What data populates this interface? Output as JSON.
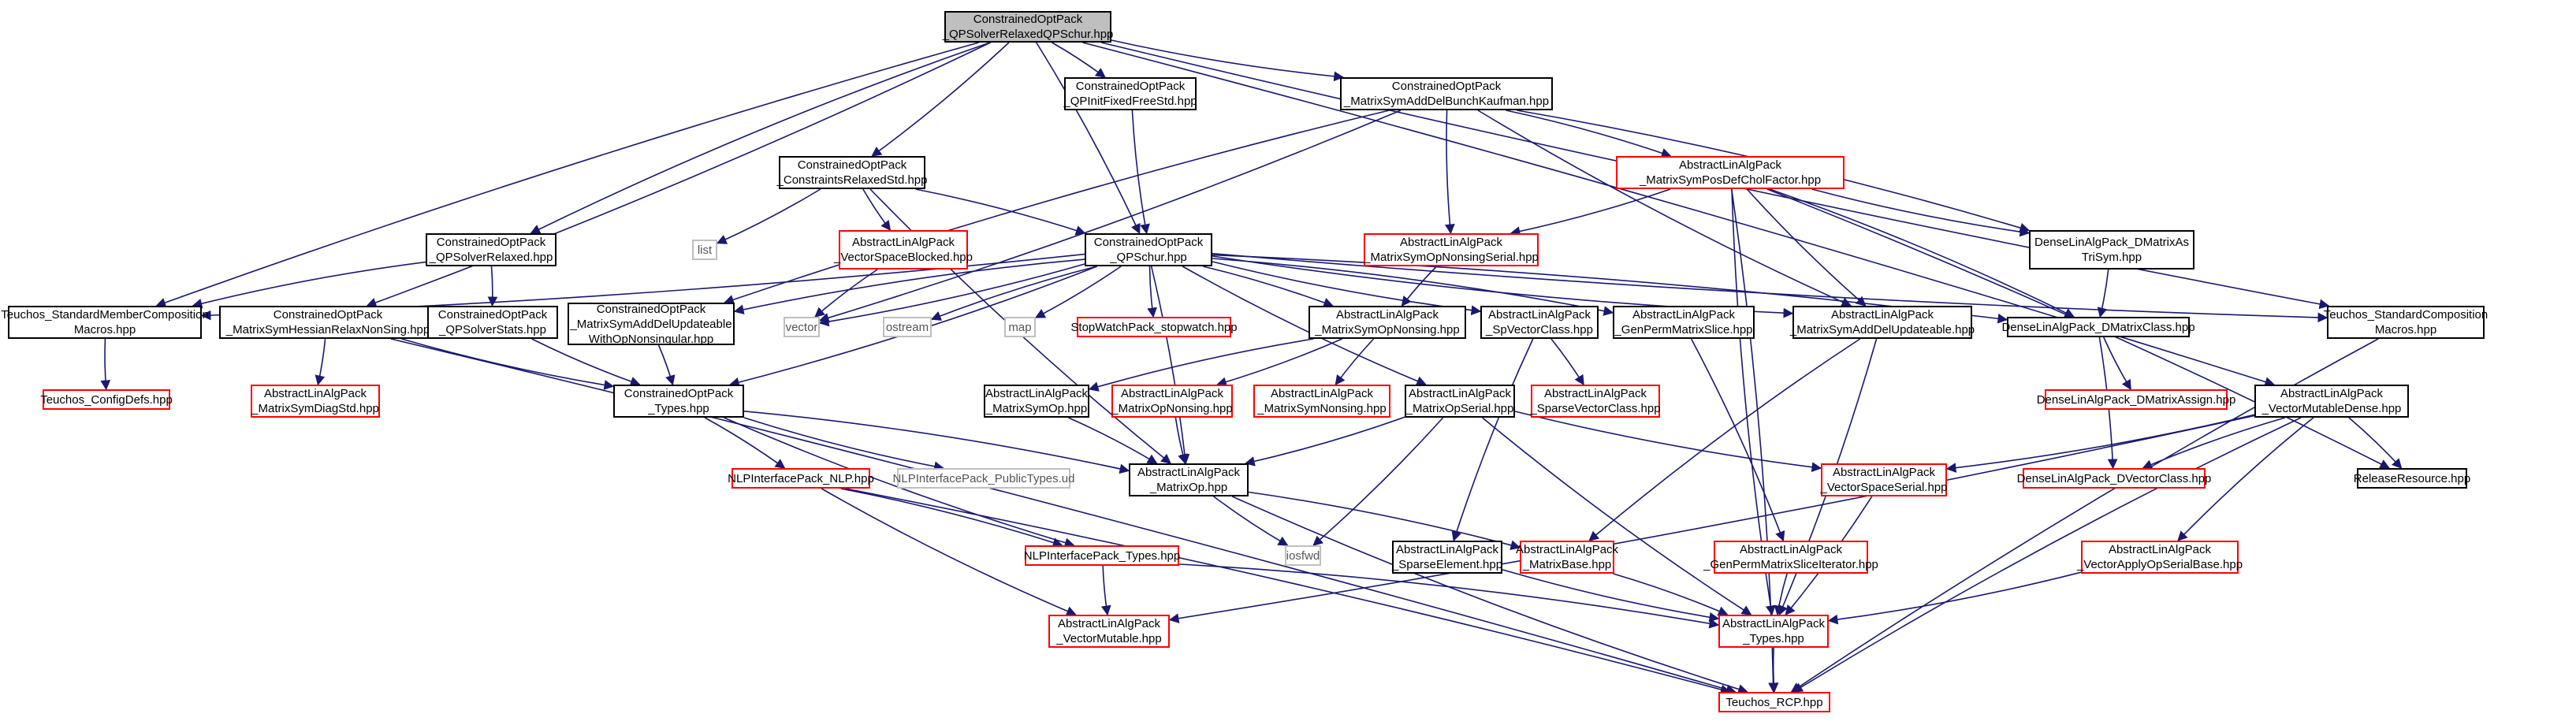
{
  "nodes": [
    {
      "id": "root",
      "lines": [
        "ConstrainedOptPack",
        "_QPSolverRelaxedQPSchur.hpp"
      ],
      "style": "root"
    },
    {
      "id": "qpinit",
      "lines": [
        "ConstrainedOptPack",
        "_QPInitFixedFreeStd.hpp"
      ],
      "style": "black"
    },
    {
      "id": "bunch",
      "lines": [
        "ConstrainedOptPack",
        "_MatrixSymAddDelBunchKaufman.hpp"
      ],
      "style": "black"
    },
    {
      "id": "constraints",
      "lines": [
        "ConstrainedOptPack",
        "_ConstraintsRelaxedStd.hpp"
      ],
      "style": "black"
    },
    {
      "id": "posdef",
      "lines": [
        "AbstractLinAlgPack",
        "_MatrixSymPosDefCholFactor.hpp"
      ],
      "style": "red"
    },
    {
      "id": "qpsolverrelaxed",
      "lines": [
        "ConstrainedOptPack",
        "_QPSolverRelaxed.hpp"
      ],
      "style": "black"
    },
    {
      "id": "list",
      "lines": [
        "list"
      ],
      "style": "gray"
    },
    {
      "id": "vsblocked",
      "lines": [
        "AbstractLinAlgPack",
        "_VectorSpaceBlocked.hpp"
      ],
      "style": "red"
    },
    {
      "id": "qpschur",
      "lines": [
        "ConstrainedOptPack",
        "_QPSchur.hpp"
      ],
      "style": "black"
    },
    {
      "id": "opnonsingserial",
      "lines": [
        "AbstractLinAlgPack",
        "_MatrixSymOpNonsingSerial.hpp"
      ],
      "style": "red"
    },
    {
      "id": "dtrisym",
      "lines": [
        "DenseLinAlgPack_DMatrixAs",
        "TriSym.hpp"
      ],
      "style": "black"
    },
    {
      "id": "teuchosmember",
      "lines": [
        "Teuchos_StandardMemberComposition",
        "Macros.hpp"
      ],
      "style": "black"
    },
    {
      "id": "hessian",
      "lines": [
        "ConstrainedOptPack",
        "_MatrixSymHessianRelaxNonSing.hpp"
      ],
      "style": "black"
    },
    {
      "id": "qpstats",
      "lines": [
        "ConstrainedOptPack",
        "_QPSolverStats.hpp"
      ],
      "style": "black"
    },
    {
      "id": "symadddelnonsing",
      "lines": [
        "ConstrainedOptPack",
        "_MatrixSymAddDelUpdateable",
        "WithOpNonsingular.hpp"
      ],
      "style": "black"
    },
    {
      "id": "vector",
      "lines": [
        "vector"
      ],
      "style": "gray"
    },
    {
      "id": "ostream",
      "lines": [
        "ostream"
      ],
      "style": "gray"
    },
    {
      "id": "map",
      "lines": [
        "map"
      ],
      "style": "gray"
    },
    {
      "id": "stopwatch",
      "lines": [
        "StopWatchPack_stopwatch.hpp"
      ],
      "style": "red"
    },
    {
      "id": "symopnonsing",
      "lines": [
        "AbstractLinAlgPack",
        "_MatrixSymOpNonsing.hpp"
      ],
      "style": "black"
    },
    {
      "id": "spvector",
      "lines": [
        "AbstractLinAlgPack",
        "_SpVectorClass.hpp"
      ],
      "style": "black"
    },
    {
      "id": "genperm",
      "lines": [
        "AbstractLinAlgPack",
        "_GenPermMatrixSlice.hpp"
      ],
      "style": "black"
    },
    {
      "id": "symadddelupd",
      "lines": [
        "AbstractLinAlgPack",
        "_MatrixSymAddDelUpdateable.hpp"
      ],
      "style": "black"
    },
    {
      "id": "dmatrixclass",
      "lines": [
        "DenseLinAlgPack_DMatrixClass.hpp"
      ],
      "style": "black"
    },
    {
      "id": "teuchoscomp",
      "lines": [
        "Teuchos_StandardComposition",
        "Macros.hpp"
      ],
      "style": "black"
    },
    {
      "id": "configdefs",
      "lines": [
        "Teuchos_ConfigDefs.hpp"
      ],
      "style": "red"
    },
    {
      "id": "diagstd",
      "lines": [
        "AbstractLinAlgPack",
        "_MatrixSymDiagStd.hpp"
      ],
      "style": "red"
    },
    {
      "id": "cotypes",
      "lines": [
        "ConstrainedOptPack",
        "_Types.hpp"
      ],
      "style": "black"
    },
    {
      "id": "symop",
      "lines": [
        "AbstractLinAlgPack",
        "_MatrixSymOp.hpp"
      ],
      "style": "black"
    },
    {
      "id": "opnonsing",
      "lines": [
        "AbstractLinAlgPack",
        "_MatrixOpNonsing.hpp"
      ],
      "style": "red"
    },
    {
      "id": "symnonsing",
      "lines": [
        "AbstractLinAlgPack",
        "_MatrixSymNonsing.hpp"
      ],
      "style": "red"
    },
    {
      "id": "matopserial",
      "lines": [
        "AbstractLinAlgPack",
        "_MatrixOpSerial.hpp"
      ],
      "style": "black"
    },
    {
      "id": "sparsevecclass",
      "lines": [
        "AbstractLinAlgPack",
        "_SparseVectorClass.hpp"
      ],
      "style": "red"
    },
    {
      "id": "dmatrixassign",
      "lines": [
        "DenseLinAlgPack_DMatrixAssign.hpp"
      ],
      "style": "red"
    },
    {
      "id": "vecmutdense",
      "lines": [
        "AbstractLinAlgPack",
        "_VectorMutableDense.hpp"
      ],
      "style": "black"
    },
    {
      "id": "nlpnlp",
      "lines": [
        "NLPInterfacePack_NLP.hpp"
      ],
      "style": "red"
    },
    {
      "id": "nlppublic",
      "lines": [
        "NLPInterfacePack_PublicTypes.ud"
      ],
      "style": "gray"
    },
    {
      "id": "matop",
      "lines": [
        "AbstractLinAlgPack",
        "_MatrixOp.hpp"
      ],
      "style": "black"
    },
    {
      "id": "vsserial",
      "lines": [
        "AbstractLinAlgPack",
        "_VectorSpaceSerial.hpp"
      ],
      "style": "red"
    },
    {
      "id": "dvectorclass",
      "lines": [
        "DenseLinAlgPack_DVectorClass.hpp"
      ],
      "style": "red"
    },
    {
      "id": "releaseres",
      "lines": [
        "ReleaseResource.hpp"
      ],
      "style": "black"
    },
    {
      "id": "iosfwd",
      "lines": [
        "iosfwd"
      ],
      "style": "gray"
    },
    {
      "id": "sparseelem",
      "lines": [
        "AbstractLinAlgPack",
        "_SparseElement.hpp"
      ],
      "style": "black"
    },
    {
      "id": "matbase",
      "lines": [
        "AbstractLinAlgPack",
        "_MatrixBase.hpp"
      ],
      "style": "red"
    },
    {
      "id": "genpermiter",
      "lines": [
        "AbstractLinAlgPack",
        "_GenPermMatrixSliceIterator.hpp"
      ],
      "style": "red"
    },
    {
      "id": "vecapply",
      "lines": [
        "AbstractLinAlgPack",
        "_VectorApplyOpSerialBase.hpp"
      ],
      "style": "red"
    },
    {
      "id": "nlptypes",
      "lines": [
        "NLPInterfacePack_Types.hpp"
      ],
      "style": "red"
    },
    {
      "id": "vecmutable",
      "lines": [
        "AbstractLinAlgPack",
        "_VectorMutable.hpp"
      ],
      "style": "red"
    },
    {
      "id": "altypes",
      "lines": [
        "AbstractLinAlgPack",
        "_Types.hpp"
      ],
      "style": "red"
    },
    {
      "id": "rcp",
      "lines": [
        "Teuchos_RCP.hpp"
      ],
      "style": "red"
    }
  ],
  "edges": [
    [
      "root",
      "qpinit"
    ],
    [
      "root",
      "bunch"
    ],
    [
      "root",
      "constraints"
    ],
    [
      "root",
      "qpsolverrelaxed"
    ],
    [
      "root",
      "qpschur"
    ],
    [
      "root",
      "teuchosmember"
    ],
    [
      "root",
      "hessian"
    ],
    [
      "root",
      "teuchoscomp"
    ],
    [
      "root",
      "vecmutdense"
    ],
    [
      "qpinit",
      "qpschur"
    ],
    [
      "bunch",
      "posdef"
    ],
    [
      "bunch",
      "opnonsingserial"
    ],
    [
      "bunch",
      "dtrisym"
    ],
    [
      "bunch",
      "symadddelnonsing"
    ],
    [
      "bunch",
      "vector"
    ],
    [
      "bunch",
      "symadddelupd"
    ],
    [
      "constraints",
      "list"
    ],
    [
      "constraints",
      "vsblocked"
    ],
    [
      "constraints",
      "qpschur"
    ],
    [
      "constraints",
      "matop"
    ],
    [
      "posdef",
      "opnonsingserial"
    ],
    [
      "posdef",
      "dtrisym"
    ],
    [
      "posdef",
      "dmatrixclass"
    ],
    [
      "posdef",
      "symadddelupd"
    ],
    [
      "posdef",
      "releaseres"
    ],
    [
      "posdef",
      "altypes"
    ],
    [
      "posdef",
      "rcp"
    ],
    [
      "qpsolverrelaxed",
      "teuchosmember"
    ],
    [
      "qpsolverrelaxed",
      "qpstats"
    ],
    [
      "vsblocked",
      "vector"
    ],
    [
      "qpschur",
      "teuchosmember"
    ],
    [
      "qpschur",
      "symadddelnonsing"
    ],
    [
      "qpschur",
      "vector"
    ],
    [
      "qpschur",
      "ostream"
    ],
    [
      "qpschur",
      "map"
    ],
    [
      "qpschur",
      "stopwatch"
    ],
    [
      "qpschur",
      "symopnonsing"
    ],
    [
      "qpschur",
      "spvector"
    ],
    [
      "qpschur",
      "genperm"
    ],
    [
      "qpschur",
      "symadddelupd"
    ],
    [
      "qpschur",
      "dmatrixclass"
    ],
    [
      "qpschur",
      "teuchoscomp"
    ],
    [
      "qpschur",
      "cotypes"
    ],
    [
      "qpschur",
      "matopserial"
    ],
    [
      "qpschur",
      "matop"
    ],
    [
      "opnonsingserial",
      "symopnonsing"
    ],
    [
      "dtrisym",
      "dmatrixclass"
    ],
    [
      "teuchosmember",
      "configdefs"
    ],
    [
      "hessian",
      "diagstd"
    ],
    [
      "hessian",
      "cotypes"
    ],
    [
      "hessian",
      "rcp"
    ],
    [
      "qpstats",
      "cotypes"
    ],
    [
      "symadddelnonsing",
      "cotypes"
    ],
    [
      "symopnonsing",
      "symop"
    ],
    [
      "symopnonsing",
      "opnonsing"
    ],
    [
      "symopnonsing",
      "symnonsing"
    ],
    [
      "spvector",
      "sparsevecclass"
    ],
    [
      "spvector",
      "sparseelem"
    ],
    [
      "genperm",
      "genpermiter"
    ],
    [
      "symadddelupd",
      "matbase"
    ],
    [
      "symadddelupd",
      "altypes"
    ],
    [
      "dmatrixclass",
      "dmatrixassign"
    ],
    [
      "dmatrixclass",
      "dvectorclass"
    ],
    [
      "teuchoscomp",
      "rcp"
    ],
    [
      "cotypes",
      "nlpnlp"
    ],
    [
      "cotypes",
      "nlppublic"
    ],
    [
      "cotypes",
      "matop"
    ],
    [
      "cotypes",
      "nlptypes"
    ],
    [
      "symop",
      "matop"
    ],
    [
      "opnonsing",
      "matop"
    ],
    [
      "matopserial",
      "matop"
    ],
    [
      "matopserial",
      "vsserial"
    ],
    [
      "matopserial",
      "iosfwd"
    ],
    [
      "matopserial",
      "altypes"
    ],
    [
      "vecmutdense",
      "vsserial"
    ],
    [
      "vecmutdense",
      "dvectorclass"
    ],
    [
      "vecmutdense",
      "releaseres"
    ],
    [
      "vecmutdense",
      "vecapply"
    ],
    [
      "vecmutdense",
      "vecmutable"
    ],
    [
      "vecmutdense",
      "rcp"
    ],
    [
      "nlpnlp",
      "nlptypes"
    ],
    [
      "nlpnlp",
      "vecmutable"
    ],
    [
      "nlpnlp",
      "rcp"
    ],
    [
      "matop",
      "iosfwd"
    ],
    [
      "matop",
      "matbase"
    ],
    [
      "matop",
      "rcp"
    ],
    [
      "vsserial",
      "altypes"
    ],
    [
      "sparseelem",
      "altypes"
    ],
    [
      "matbase",
      "altypes"
    ],
    [
      "genpermiter",
      "altypes"
    ],
    [
      "vecapply",
      "altypes"
    ],
    [
      "nlptypes",
      "vecmutable"
    ],
    [
      "nlptypes",
      "altypes"
    ],
    [
      "altypes",
      "rcp"
    ]
  ],
  "colors": {
    "edge": "#191970",
    "black_border": "#000000",
    "red_border": "#ff0000",
    "gray_border": "#bfbfbf",
    "root_fill": "#bfbfbf"
  }
}
